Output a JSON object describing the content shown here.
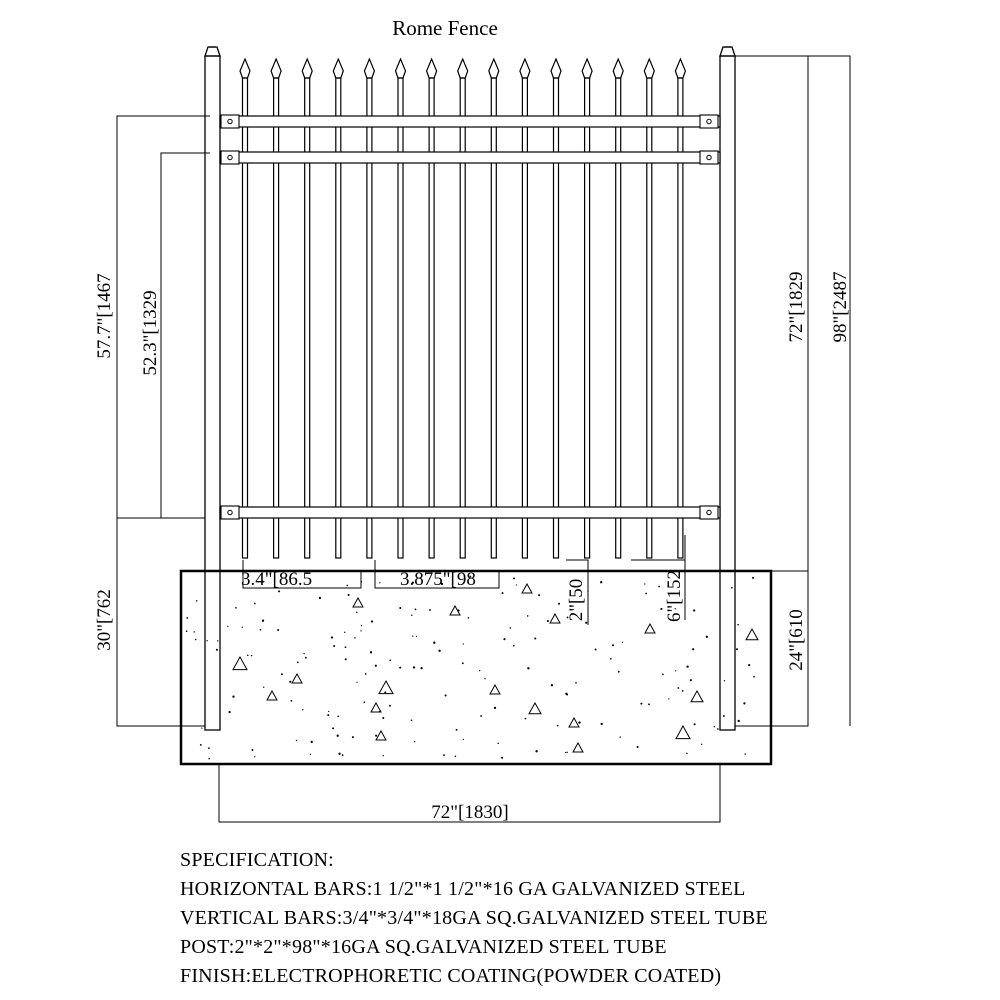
{
  "title": "Rome Fence",
  "dimensions": {
    "top_rail": "57.7\"[1467",
    "second_rail": "52.3\"[1329",
    "above_ground": "72\"[1829",
    "post_length": "98\"[2487",
    "burial": "30\"[762",
    "footing_depth": "24\"[610",
    "end_gap": "3.4\"[86.5",
    "picket_spacing": "3.875\"[98",
    "picket_clearance": "2\"[50",
    "rail_clearance": "6\"[152",
    "width": "72\"[1830]"
  },
  "specification": {
    "heading": "SPECIFICATION:",
    "lines": [
      "HORIZONTAL BARS:1 1/2\"*1 1/2\"*16 GA GALVANIZED STEEL",
      "VERTICAL BARS:3/4\"*3/4\"*18GA SQ.GALVANIZED STEEL TUBE",
      "POST:2\"*2\"*98\"*16GA SQ.GALVANIZED STEEL TUBE",
      "FINISH:ELECTROPHORETIC COATING(POWDER COATED)"
    ]
  }
}
